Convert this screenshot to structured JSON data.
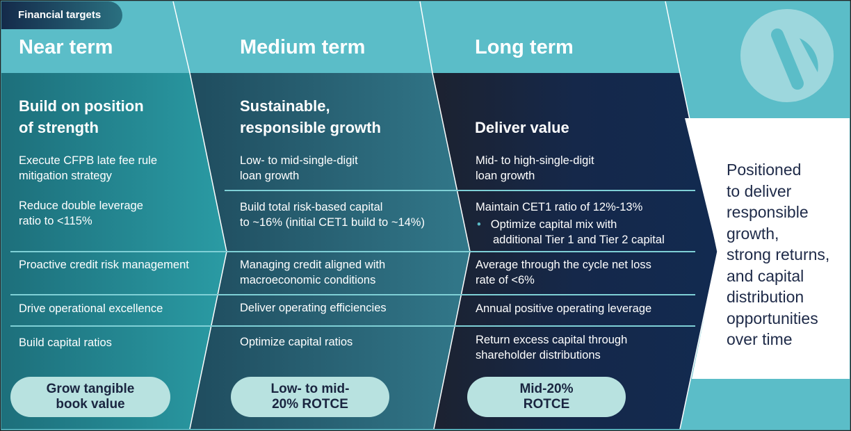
{
  "tag": "Financial targets",
  "colors": {
    "top_band": "#5bbdc8",
    "near": "#23858f",
    "medium": "#2a5f72",
    "long": "#152848",
    "pill": "#b8e2e0",
    "pill_text": "#1a2540"
  },
  "columns": [
    {
      "term": "Near term",
      "heading": [
        "Build on position",
        "of strength"
      ],
      "items": [
        [
          "Execute CFPB late fee rule",
          "mitigation strategy"
        ],
        [
          "Reduce double leverage",
          "ratio to <115%"
        ],
        [
          "Proactive credit risk management"
        ],
        [
          "Drive operational excellence"
        ],
        [
          "Build capital ratios"
        ]
      ],
      "target": [
        "Grow tangible",
        "book value"
      ]
    },
    {
      "term": "Medium term",
      "heading": [
        "Sustainable,",
        "responsible growth"
      ],
      "items": [
        [
          "Low- to mid-single-digit",
          "loan growth"
        ],
        [
          "Build total risk-based capital",
          "to ~16% (initial CET1 build to ~14%)"
        ],
        [
          "Managing credit aligned with",
          "macroeconomic conditions"
        ],
        [
          "Deliver operating efficiencies"
        ],
        [
          "Optimize capital ratios"
        ]
      ],
      "target": [
        "Low- to mid-",
        "20% ROTCE"
      ]
    },
    {
      "term": "Long term",
      "heading": [
        "Deliver value"
      ],
      "items": [
        [
          "Mid- to high-single-digit",
          "loan growth"
        ],
        [
          "Maintain CET1 ratio of 12%-13%"
        ],
        [
          "Average through the cycle net loss",
          "rate of <6%"
        ],
        [
          "Annual positive operating leverage"
        ],
        [
          "Return excess capital through",
          "shareholder distributions"
        ]
      ],
      "sub_bullet": [
        "Optimize capital mix with",
        "additional Tier 1 and Tier 2 capital"
      ],
      "target": [
        "Mid-20%",
        "ROTCE"
      ]
    }
  ],
  "outcome": [
    "Positioned",
    "to deliver",
    "responsible",
    "growth,",
    "strong returns,",
    "and capital",
    "distribution",
    "opportunities",
    "over time"
  ]
}
